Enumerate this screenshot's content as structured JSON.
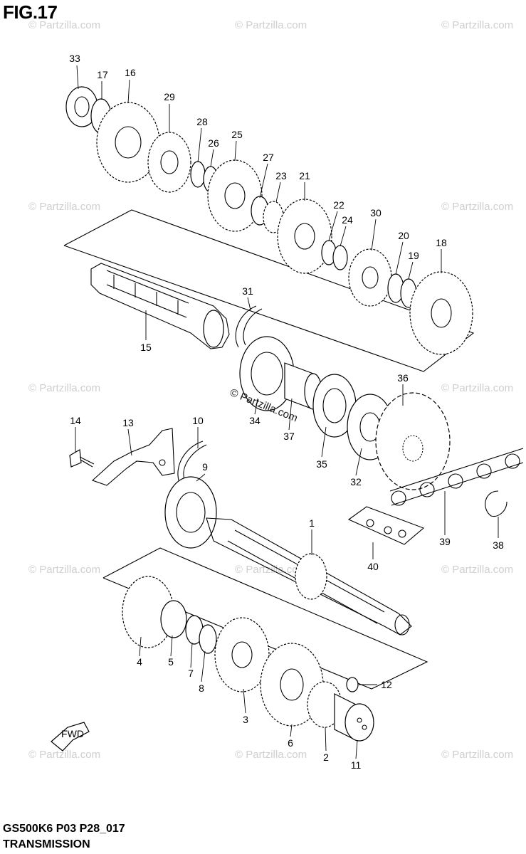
{
  "figure": {
    "title": "FIG.17",
    "footer_code": "GS500K6 P03 P28_017",
    "footer_name": "TRANSMISSION"
  },
  "watermark": {
    "text": "© Partzilla.com",
    "center_text": "© Partzilla.com"
  },
  "fwd_label": "FWD",
  "parts": [
    {
      "n": "1"
    },
    {
      "n": "2"
    },
    {
      "n": "3"
    },
    {
      "n": "4"
    },
    {
      "n": "5"
    },
    {
      "n": "6"
    },
    {
      "n": "7"
    },
    {
      "n": "8"
    },
    {
      "n": "9"
    },
    {
      "n": "10"
    },
    {
      "n": "11"
    },
    {
      "n": "12"
    },
    {
      "n": "13"
    },
    {
      "n": "14"
    },
    {
      "n": "15"
    },
    {
      "n": "16"
    },
    {
      "n": "17"
    },
    {
      "n": "18"
    },
    {
      "n": "19"
    },
    {
      "n": "20"
    },
    {
      "n": "21"
    },
    {
      "n": "22"
    },
    {
      "n": "23"
    },
    {
      "n": "24"
    },
    {
      "n": "25"
    },
    {
      "n": "26"
    },
    {
      "n": "27"
    },
    {
      "n": "28"
    },
    {
      "n": "29"
    },
    {
      "n": "30"
    },
    {
      "n": "31"
    },
    {
      "n": "32"
    },
    {
      "n": "33"
    },
    {
      "n": "34"
    },
    {
      "n": "35"
    },
    {
      "n": "36"
    },
    {
      "n": "37"
    },
    {
      "n": "38"
    },
    {
      "n": "39"
    },
    {
      "n": "40"
    }
  ]
}
